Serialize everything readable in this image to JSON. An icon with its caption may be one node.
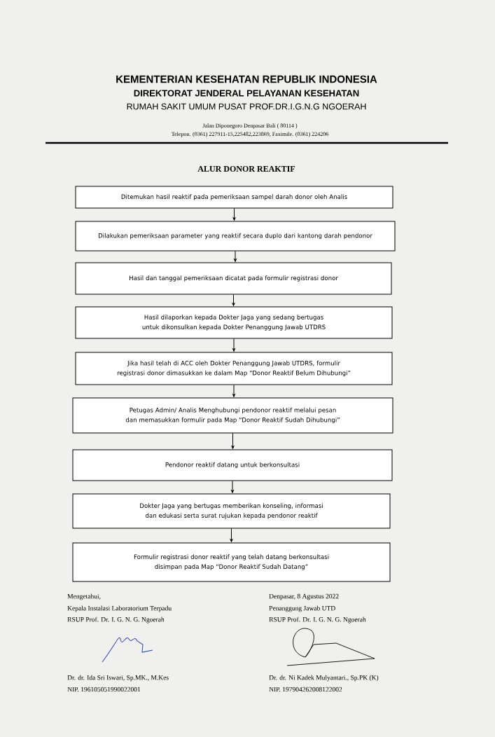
{
  "diagram": {
    "title": "ALUR DONOR REAKTIF",
    "nodes": [
      {
        "text": [
          "Ditemukan hasil reaktif pada pemeriksaan sampel darah donor oleh Analis"
        ]
      },
      {
        "text": [
          "Dilakukan pemeriksaan parameter yang reaktif secara duplo dari kantong darah pendonor"
        ]
      },
      {
        "text": [
          "Hasil dan tanggal pemeriksaan dicatat pada formulir registrasi donor"
        ]
      },
      {
        "text": [
          "Hasil dilaporkan kepada Dokter Jaga yang sedang bertugas untuk dikonsulkan kepada Dokter Penanggung Jawab UTDRS"
        ]
      },
      {
        "text": [
          "Jika hasil telah di ACC oleh Dokter Penanggung Jawab UTDRS, formulir registrasi donor dimasukkan ke dalam Map “Donor Reaktif Belum Dihubungi”"
        ]
      },
      {
        "text": [
          "Petugas Admin/ Analis Menghubungi pendonor reaktif melalui pesan dan memasukkan formulir pada Map “Donor Reaktif Sudah Dihubungi”"
        ]
      },
      {
        "text": [
          "Pendonor reaktif datang untuk berkonsultasi"
        ]
      },
      {
        "text": [
          "Dokter Jaga yang bertugas memberikan konseling, informasi dan edukasi serta surat rujukan kepada pendonor reaktif"
        ]
      },
      {
        "text": [
          "Formulir registrasi donor reaktif yang telah datang berkonsultasi disimpan pada Map “Donor Reaktif Sudah Datang”"
        ]
      }
    ],
    "edges": [
      {
        "from": 0,
        "to": 1,
        "arrow": "to"
      },
      {
        "from": 1,
        "to": 2,
        "arrow": "to"
      },
      {
        "from": 2,
        "to": 3,
        "arrow": "to"
      },
      {
        "from": 3,
        "to": 4,
        "arrow": "to"
      },
      {
        "from": 4,
        "to": 5,
        "arrow": "to"
      },
      {
        "from": 5,
        "to": 6,
        "arrow": "to"
      },
      {
        "from": 6,
        "to": 7,
        "arrow": "to"
      },
      {
        "from": 7,
        "to": 8,
        "arrow": "to"
      }
    ],
    "labels": [
      "KEMENTERIAN KESEHATAN REPUBLIK INDONESIA",
      "DIREKTORAT JENDERAL PELAYANAN KESEHATAN",
      "RUMAH SAKIT UMUM PUSAT PROF.DR.I.G.N.G NGOERAH",
      "Jalan Diponegoro Denpasar Bali ( 80114 )",
      "Telepon. (0361) 227911-15,225482,223869, Faximile. (0361) 224206",
      "Mengetahui,",
      "Kepala Instalasi Laboratorium Terpadu",
      "RSUP Prof. Dr. I. G. N. G. Ngoerah",
      "Denpasar, 8 Agustus 2022",
      "Penanggung Jawab UTD",
      "RSUP Prof. Dr. I. G. N. G. Ngoerah",
      "Dr. dr. Ida Sri Iswari, Sp.MK., M.Kes",
      "NIP. 196105051990022001",
      "Dr. dr. Ni Kadek Mulyantari., Sp.PK (K)",
      "NIP. 197904262008122002"
    ]
  }
}
